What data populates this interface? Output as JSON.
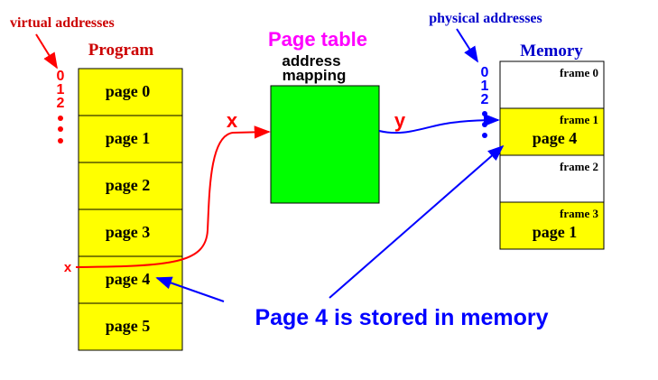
{
  "labels": {
    "virtual_addresses": "virtual addresses",
    "program": "Program",
    "page_table": "Page table",
    "address": "address",
    "mapping": "mapping",
    "physical_addresses": "physical addresses",
    "memory": "Memory",
    "x_in": "x",
    "y_out": "y",
    "x_row": "x",
    "caption": "Page 4 is stored in memory"
  },
  "virtual_index": [
    "0",
    "1",
    "2"
  ],
  "physical_index": [
    "0",
    "1",
    "2"
  ],
  "program_pages": [
    "page 0",
    "page 1",
    "page 2",
    "page 3",
    "page 4",
    "page 5"
  ],
  "memory_frames": [
    {
      "name": "frame 0",
      "content": "",
      "filled": false
    },
    {
      "name": "frame 1",
      "content": "page 4",
      "filled": true
    },
    {
      "name": "frame 2",
      "content": "",
      "filled": false
    },
    {
      "name": "frame 3",
      "content": "page 1",
      "filled": true
    }
  ],
  "colors": {
    "page_fill": "#ffff00",
    "red": "#ff0000",
    "blue": "#0000ff",
    "magenta": "#ff00ff",
    "table_fill": "#00ff00",
    "navy": "#0000cc",
    "dark_red": "#cc0000",
    "box_border": "#000000"
  }
}
